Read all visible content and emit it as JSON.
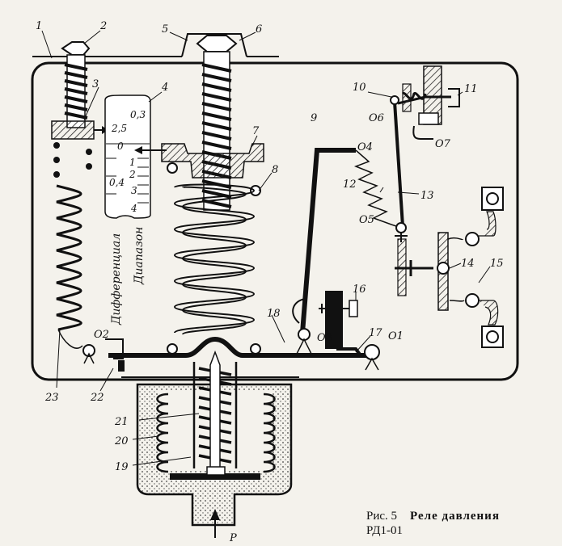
{
  "figure": {
    "caption_number": "Рис. 5",
    "caption_title": "Реле давления",
    "caption_model": "РД1-01"
  },
  "callouts": {
    "c1": "1",
    "c2": "2",
    "c3": "3",
    "c4": "4",
    "c5": "5",
    "c6": "6",
    "c7": "7",
    "c8": "8",
    "c9": "9",
    "c10": "10",
    "c11": "11",
    "c12": "12",
    "c13": "13",
    "c14": "14",
    "c15": "15",
    "c16": "16",
    "c17": "17",
    "c18": "18",
    "c19": "19",
    "c20": "20",
    "c21": "21",
    "c22": "22",
    "c23": "23"
  },
  "pivots": {
    "o1": "O1",
    "o2": "O2",
    "o3": "O3",
    "o4": "O4",
    "o5": "O5",
    "o6": "O6",
    "o7": "O7"
  },
  "scale": {
    "differential_marks": [
      "0,3",
      "2,5",
      "0",
      "1",
      "2",
      "0,4",
      "3",
      "4"
    ],
    "differential_label": "Дифференциал",
    "range_label": "Диапазон"
  },
  "pressure_label": "P"
}
